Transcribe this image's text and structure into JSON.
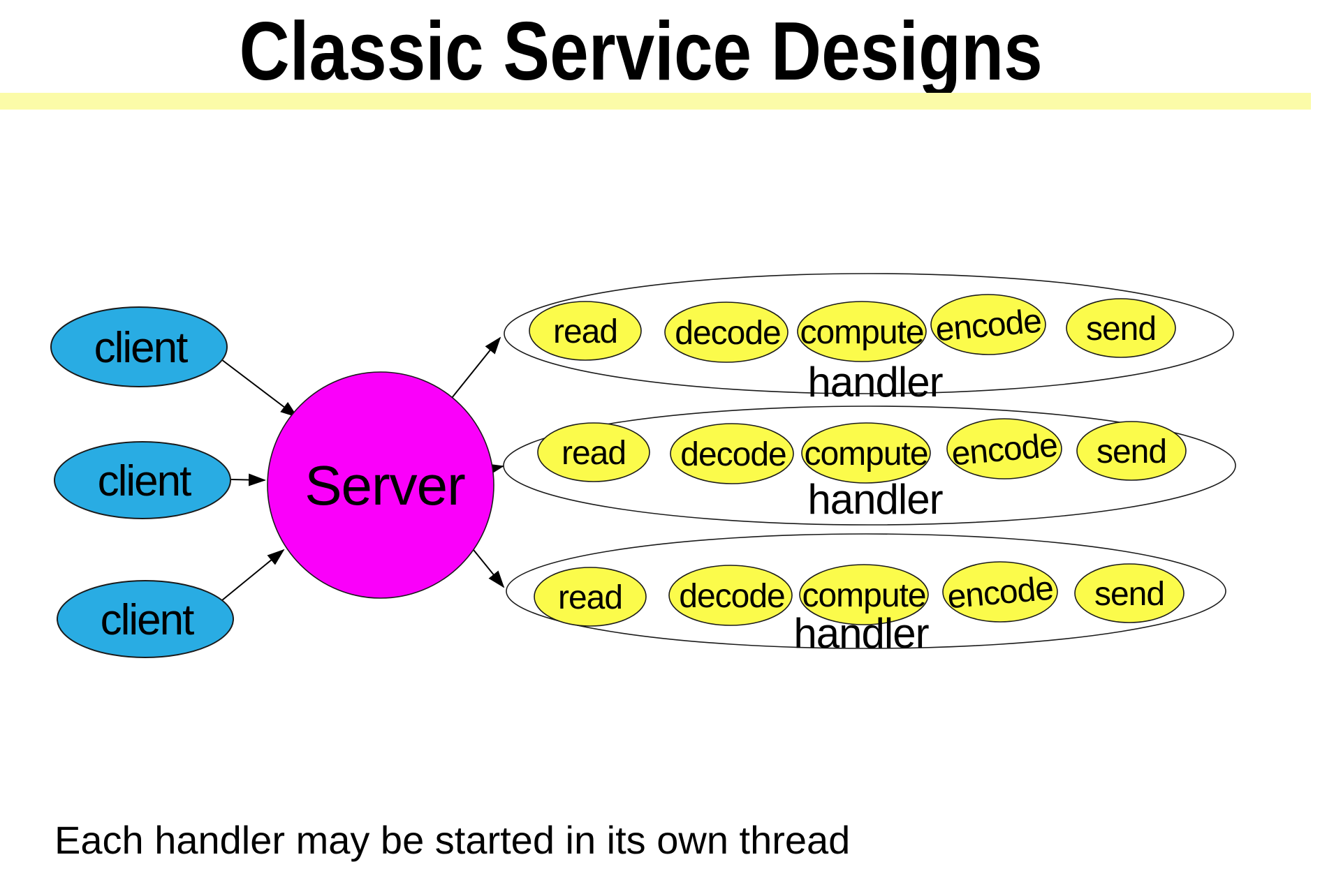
{
  "title": "Classic Service Designs",
  "footer": "Each handler may be started in its own thread",
  "colors": {
    "client_fill": "#29ACE3",
    "server_fill": "#FA00FA",
    "stage_fill": "#FBFB4B",
    "handler_fill": "#FFFFFF",
    "outline": "#1A1A1A",
    "accent_bar": "#FBFBA8",
    "text": "#000000"
  },
  "diagram": {
    "server_label": "Server",
    "clients": [
      {
        "label": "client"
      },
      {
        "label": "client"
      },
      {
        "label": "client"
      }
    ],
    "handlers": [
      {
        "label": "handler",
        "stages": [
          "read",
          "decode",
          "compute",
          "encode",
          "send"
        ]
      },
      {
        "label": "handler",
        "stages": [
          "read",
          "decode",
          "compute",
          "encode",
          "send"
        ]
      },
      {
        "label": "handler",
        "stages": [
          "read",
          "decode",
          "compute",
          "encode",
          "send"
        ]
      }
    ]
  }
}
